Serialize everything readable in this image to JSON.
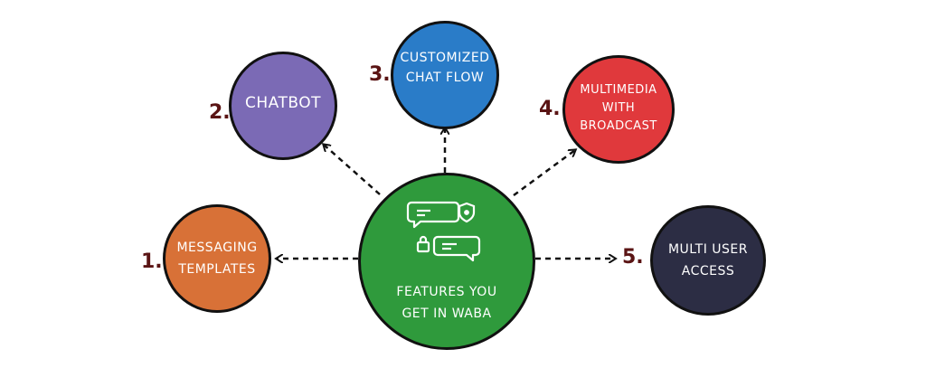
{
  "center": {
    "label_line1": "FEATURES YOU",
    "label_line2": "GET IN WABA",
    "color": "#2f9a3c"
  },
  "features": [
    {
      "number": "1.",
      "line1": "MESSAGING",
      "line2": "TEMPLATES",
      "color": "#d87137"
    },
    {
      "number": "2.",
      "line1": "CHATBOT",
      "line2": "",
      "color": "#7b6ab5"
    },
    {
      "number": "3.",
      "line1": "CUSTOMIZED",
      "line2": "CHAT FLOW",
      "color": "#2a7cc8"
    },
    {
      "number": "4.",
      "line1": "MULTIMEDIA",
      "line2": "WITH",
      "line3": "BROADCAST",
      "color": "#e0393c"
    },
    {
      "number": "5.",
      "line1": "MULTI USER",
      "line2": "ACCESS",
      "color": "#2c2d44"
    }
  ],
  "icons": [
    "chat-bubble-icon",
    "shield-star-icon",
    "lock-icon",
    "chat-bubble-icon"
  ],
  "colors": {
    "arrow": "#111111",
    "number": "#5a1414",
    "outline": "#111111"
  }
}
